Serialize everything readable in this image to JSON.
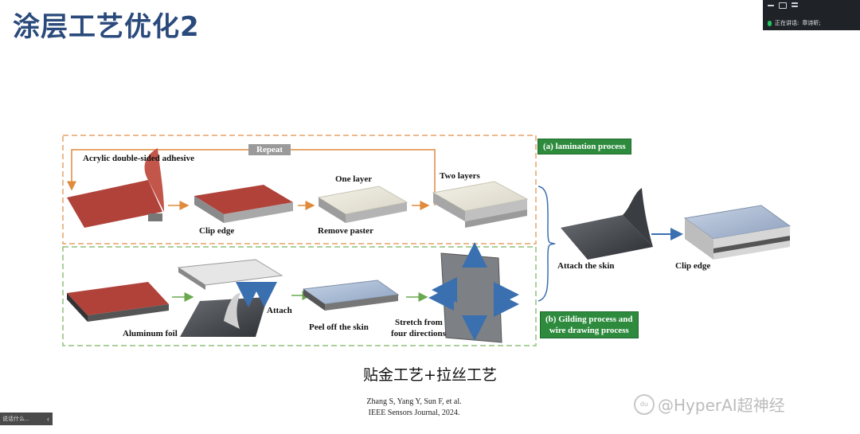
{
  "slide": {
    "title": "涂层工艺优化2",
    "caption": "贴金工艺+拉丝工艺",
    "citation_line1": "Zhang S, Yang Y, Sun F, et al.",
    "citation_line2": "IEEE Sensors Journal, 2024."
  },
  "meeting_bar": {
    "speaking_label": "正在讲话:",
    "speaker": "章诗昕;"
  },
  "figure": {
    "repeat": "Repeat",
    "acrylic": "Acrylic double-sided adhesive",
    "one_layer": "One layer",
    "two_layers": "Two layers",
    "clip_edge_top": "Clip edge",
    "remove_paster": "Remove paster",
    "lamination": "(a) lamination process",
    "attach_skin": "Attach the skin",
    "clip_edge_right": "Clip edge",
    "attach": "Attach",
    "aluminum": "Aluminum foil",
    "peel": "Peel off the skin",
    "stretch1": "Stretch from",
    "stretch2": "four directions",
    "gilding1": "(b) Gilding  process and",
    "gilding2": "wire drawing process"
  },
  "watermark": "@HyperAI超神经",
  "watermark_logo": "du",
  "bottom_left_button": "说话什么..."
}
